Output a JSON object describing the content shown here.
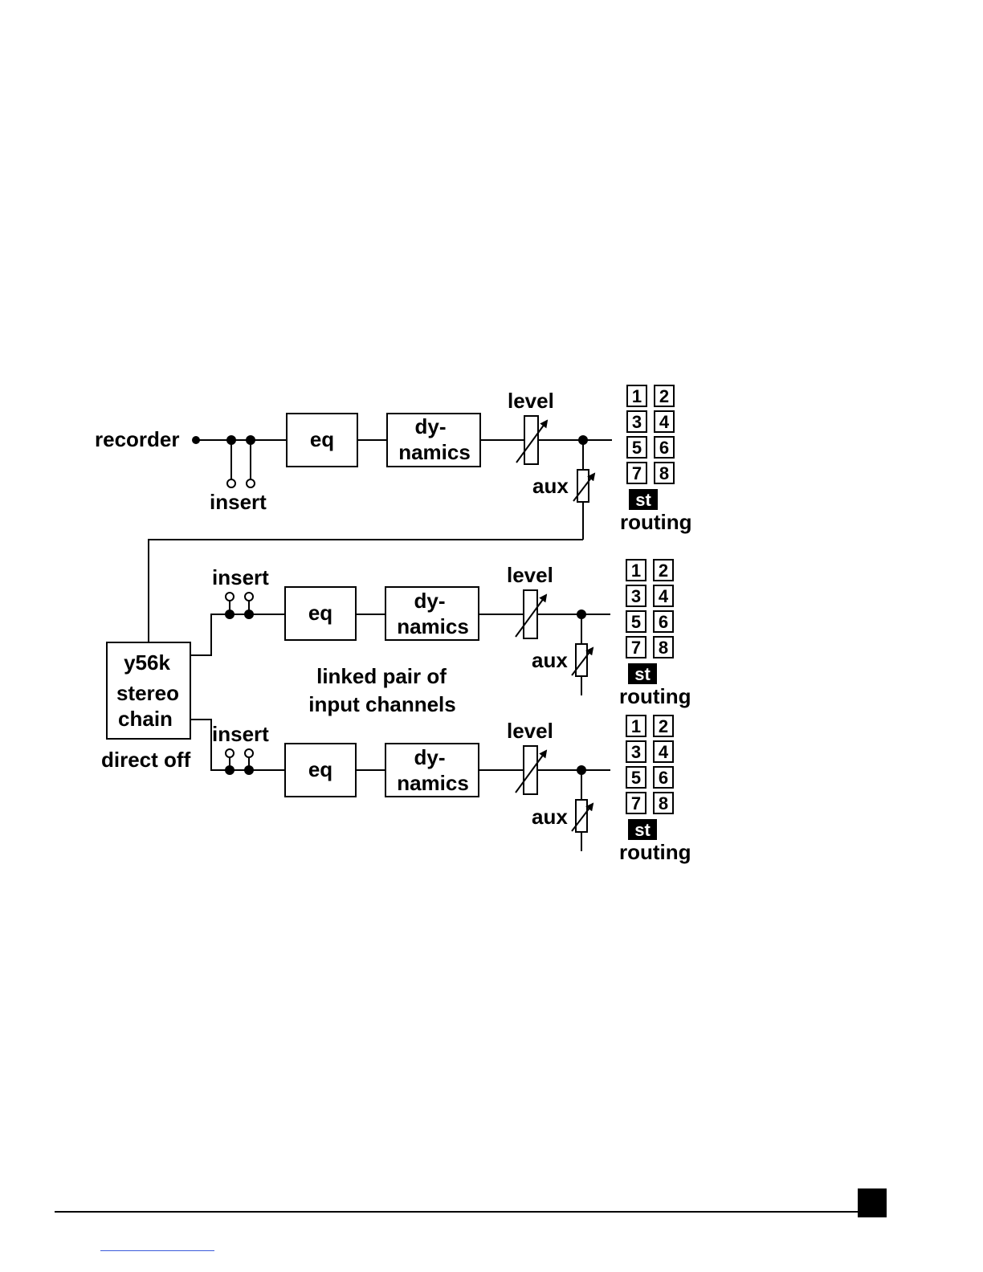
{
  "diagram": {
    "source_label": "recorder",
    "insert_label": "insert",
    "eq_label": "eq",
    "dynamics_label_line1": "dy-",
    "dynamics_label_line2": "namics",
    "level_label": "level",
    "aux_label": "aux",
    "routing_buttons": [
      "1",
      "2",
      "3",
      "4",
      "5",
      "6",
      "7",
      "8"
    ],
    "stereo_button": "st",
    "routing_label": "routing",
    "chain_box_line1": "y56k",
    "chain_box_line2": "stereo",
    "chain_box_line3": "chain",
    "direct_label": "direct off",
    "caption_line1": "linked pair of",
    "caption_line2": "input channels"
  },
  "colors": {
    "ink": "#000000",
    "paper": "#ffffff",
    "link_underline": "#3b5bdb"
  }
}
